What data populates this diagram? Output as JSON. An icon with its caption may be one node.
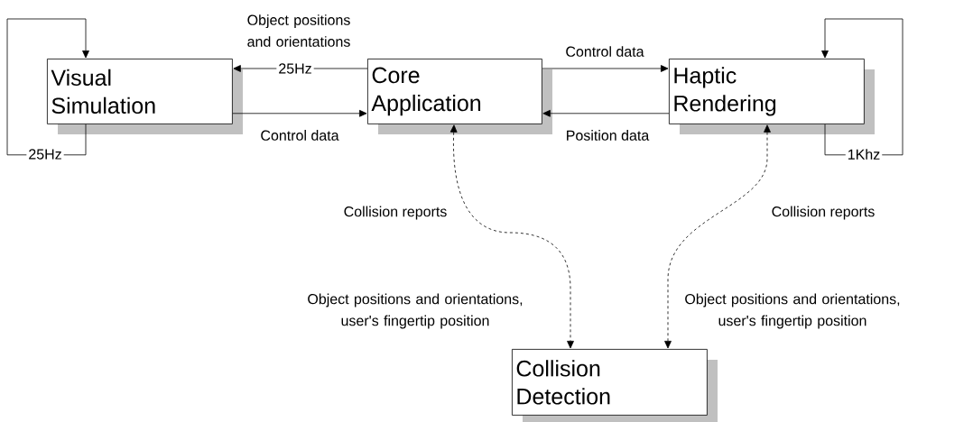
{
  "diagram": {
    "nodes": [
      {
        "text": [
          "Visual Simulation"
        ]
      },
      {
        "text": [
          "Core Application"
        ]
      },
      {
        "text": [
          "Haptic Rendering"
        ]
      },
      {
        "text": [
          "Collision Detection"
        ]
      }
    ],
    "edges": [
      {
        "from": 1,
        "to": 0,
        "arrow": "to",
        "label": "25Hz"
      },
      {
        "from": 0,
        "to": 1,
        "arrow": "to",
        "label": "Control data"
      },
      {
        "from": 1,
        "to": 2,
        "arrow": "to",
        "label": "Control data"
      },
      {
        "from": 2,
        "to": 1,
        "arrow": "to",
        "label": "Position data"
      },
      {
        "from": 0,
        "to": 0,
        "arrow": "to",
        "label": "25Hz"
      },
      {
        "from": 2,
        "to": 2,
        "arrow": "to",
        "label": "1Khz"
      },
      {
        "from": 1,
        "to": 3,
        "arrow": "both",
        "label": "Collision reports",
        "style": "dashed"
      },
      {
        "from": 2,
        "to": 3,
        "arrow": "both",
        "label": "Collision reports",
        "style": "dashed"
      }
    ],
    "labels": [
      "Object positions and orientations",
      "Object positions and orientations, user's fingertip position",
      "Object positions and orientations, user's fingertip position"
    ]
  }
}
